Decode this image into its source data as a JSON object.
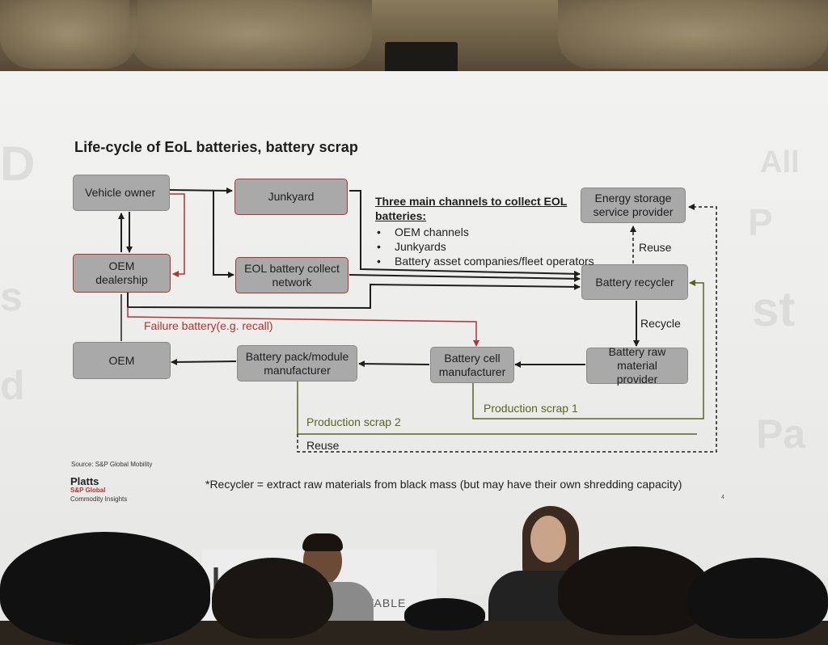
{
  "slide": {
    "title": "Life-cycle of EoL batteries, battery scrap",
    "source": "Source: S&P Global Mobility",
    "footnote": "*Recycler = extract raw materials from black mass (but may have their own shredding capacity)",
    "page_number": "4"
  },
  "logo": {
    "brand": "Platts",
    "company": "S&P Global",
    "division": "Commodity Insights"
  },
  "diagram": {
    "nodes": {
      "vehicle_owner": "Vehicle owner",
      "junkyard": "Junkyard",
      "oem_dealership": "OEM dealership",
      "eol_collect_network": "EOL battery collect network",
      "oem": "OEM",
      "battery_pack_manufacturer": "Battery pack/module manufacturer",
      "battery_cell_manufacturer": "Battery cell manufacturer",
      "battery_raw_material_provider": "Battery raw material provider",
      "battery_recycler": "Battery recycler",
      "energy_storage_provider": "Energy storage service provider"
    },
    "edge_labels": {
      "reuse_top": "Reuse",
      "recycle": "Recycle",
      "failure_battery": "Failure battery(e.g. recall)",
      "production_scrap_1": "Production scrap 1",
      "production_scrap_2": "Production scrap 2",
      "reuse_bottom": "Reuse"
    },
    "channels": {
      "title": "Three main channels to collect EOL batteries:",
      "items": [
        "OEM channels",
        "Junkyards",
        "Battery asset companies/fleet operators"
      ]
    },
    "colors": {
      "box_fill": "#a9a9a9",
      "red_accent": "#b5322f",
      "olive_line": "#5a6422",
      "dark_line": "#1e1e1e"
    }
  },
  "banner": {
    "text": "LING",
    "subtext": "TABLE"
  }
}
